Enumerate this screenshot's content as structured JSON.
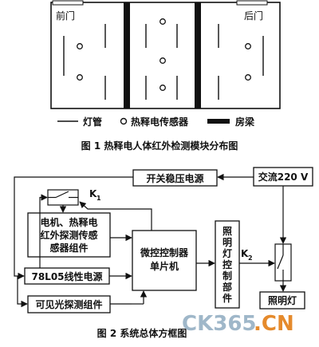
{
  "figure1": {
    "front_door": "前门",
    "back_door": "后门",
    "legend": {
      "lamp": "灯管",
      "sensor": "热释电传感器",
      "beam": "房梁"
    },
    "caption": "图 1   热释电人体红外检测模块分布图"
  },
  "figure2": {
    "regulated_psu": "开关稳压电源",
    "ac_input": "交流220 V",
    "relay_k1": "K",
    "relay_k1_sub": "1",
    "motor_sensor_block": [
      "电机、热释电",
      "红外探测传感",
      "感器组件"
    ],
    "linear_psu": "78L05线性电源",
    "light_detect": "可见光探测组件",
    "mcu": [
      "微控控制器",
      "单片机"
    ],
    "light_ctrl": [
      "照",
      "明",
      "灯",
      "控",
      "制",
      "部",
      "件"
    ],
    "relay_k2": "K",
    "relay_k2_sub": "2",
    "lamp": "照明灯",
    "caption": "图 2   系统总体方框图"
  },
  "watermark": {
    "part1": "CK365",
    "part2": ".CN"
  }
}
